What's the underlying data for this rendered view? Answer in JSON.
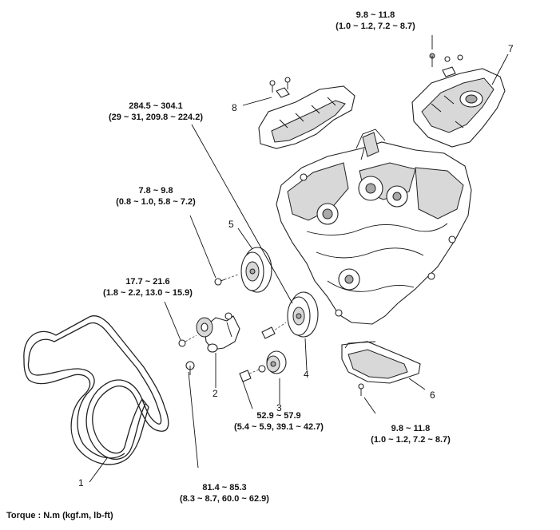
{
  "torque_labels": {
    "t_top_right": [
      "9.8 ~ 11.8",
      "(1.0 ~ 1.2, 7.2 ~ 8.7)"
    ],
    "t_pulley_center": [
      "284.5 ~ 304.1",
      "(29 ~ 31, 209.8 ~ 224.2)"
    ],
    "t_water_pump_bolt": [
      "7.8 ~ 9.8",
      "(0.8 ~ 1.0, 5.8 ~ 7.2)"
    ],
    "t_tensioner_bolt": [
      "17.7 ~ 21.6",
      "(1.8 ~ 2.2, 13.0 ~ 15.9)"
    ],
    "t_idler_bolt": [
      "52.9 ~ 57.9",
      "(5.4 ~ 5.9, 39.1 ~ 42.7)"
    ],
    "t_tensioner_lower": [
      "81.4 ~ 85.3",
      "(8.3 ~ 8.7, 60.0 ~ 62.9)"
    ],
    "t_oil_pan": [
      "9.8 ~ 11.8",
      "(1.0 ~ 1.2, 7.2 ~ 8.7)"
    ]
  },
  "callouts": {
    "c1": "1",
    "c2": "2",
    "c3": "3",
    "c4": "4",
    "c5": "5",
    "c6": "6",
    "c7": "7",
    "c8": "8"
  },
  "legend": "Torque : N.m (kgf.m, lb-ft)"
}
